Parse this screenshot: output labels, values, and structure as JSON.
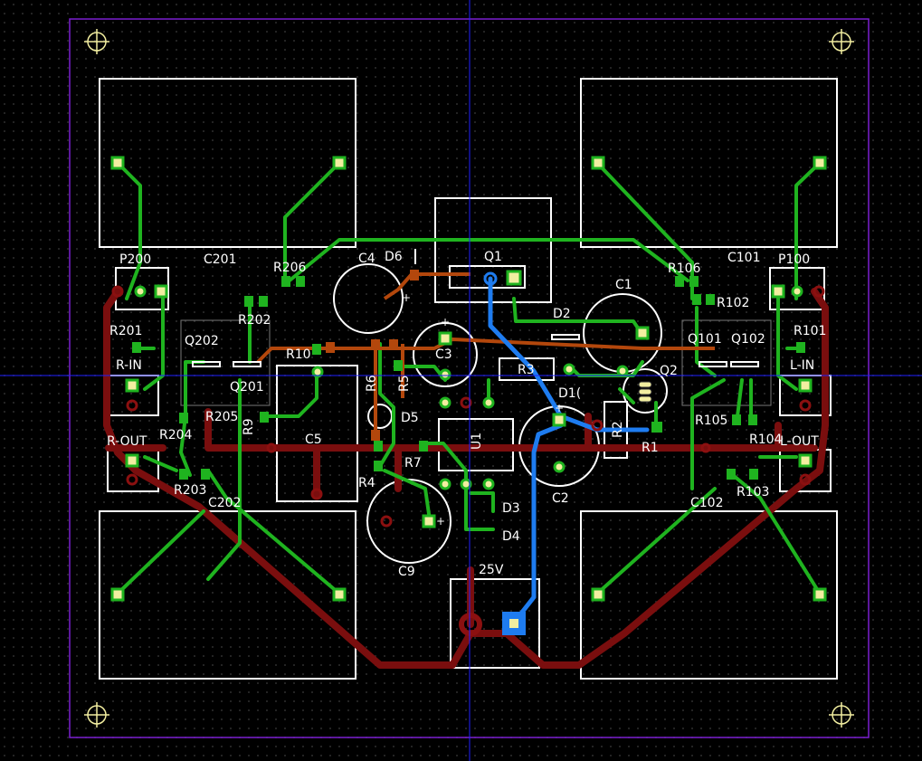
{
  "colors": {
    "top_copper": "#1fb31f",
    "bottom_copper": "#7a0e0e",
    "inner_orange": "#b3470c",
    "jumper_blue": "#1e7cf0",
    "silkscreen": "#ffffff",
    "pad": "#f2eea0",
    "outline": "#7a1fd0",
    "cursor": "#2020ff"
  },
  "components": {
    "P200": "P200",
    "C201": "C201",
    "R206": "R206",
    "C4": "C4",
    "D6": "D6",
    "Q1": "Q1",
    "C101": "C101",
    "P100": "P100",
    "R106": "R106",
    "R102": "R102",
    "C1": "C1",
    "D2": "D2",
    "R202": "R202",
    "R201": "R201",
    "Q202": "Q202",
    "Q201": "Q201",
    "R10": "R10",
    "C3": "C3",
    "R3": "R3",
    "R6": "R6",
    "R5": "R5",
    "D1": "D1(",
    "Q2": "Q2",
    "Q101": "Q101",
    "Q102": "Q102",
    "R101": "R101",
    "R_IN": "R-IN",
    "L_IN": "L-IN",
    "R205": "R205",
    "R9": "R9",
    "D5": "D5",
    "C5": "C5",
    "U1": "U1",
    "R2": "R2",
    "R1": "R1",
    "R105": "R105",
    "R204": "R204",
    "R_OUT": "R-OUT",
    "R7": "R7",
    "C2": "C2",
    "R104": "R104",
    "L_OUT": "L-OUT",
    "R203": "R203",
    "R4": "R4",
    "D3": "D3",
    "C202": "C202",
    "C102": "C102",
    "R103": "R103",
    "D4": "D4",
    "C9": "C9",
    "V25": "25V"
  }
}
